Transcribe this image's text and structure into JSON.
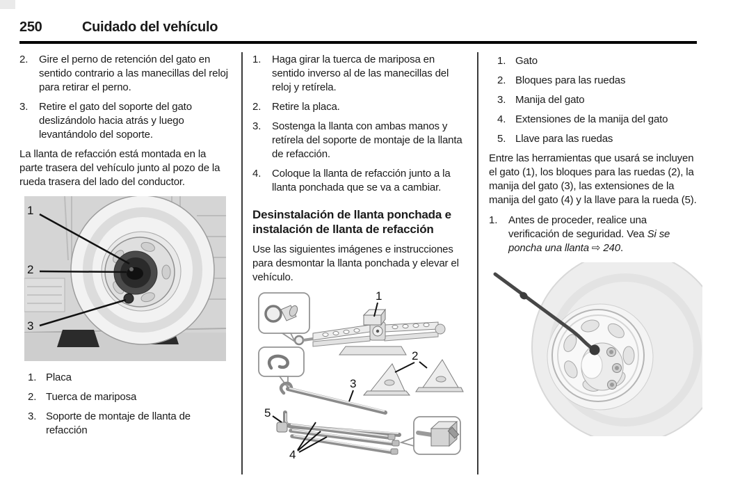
{
  "page": {
    "number": "250",
    "title": "Cuidado del vehículo"
  },
  "colors": {
    "text": "#1a1a1a",
    "rule": "#000000",
    "divider": "#3a3a3a",
    "figure1_background": "#d5d5d5"
  },
  "col1": {
    "steps": [
      {
        "num": "2.",
        "text": "Gire el perno de retención del gato en sentido contrario a las manecillas del reloj para retirar el perno."
      },
      {
        "num": "3.",
        "text": "Retire el gato del soporte del gato deslizándolo hacia atrás y luego levantándolo del soporte."
      }
    ],
    "paragraph": "La llanta de refacción está montada en la parte trasera del vehículo junto al pozo de la rueda trasera del lado del conductor.",
    "figure_labels": [
      "1",
      "2",
      "3"
    ],
    "legend": [
      {
        "num": "1.",
        "text": "Placa"
      },
      {
        "num": "2.",
        "text": "Tuerca de mariposa"
      },
      {
        "num": "3.",
        "text": "Soporte de montaje de llanta de refacción"
      }
    ]
  },
  "col2": {
    "steps": [
      {
        "num": "1.",
        "text": "Haga girar la tuerca de mariposa en sentido inverso al de las manecillas del reloj y retírela."
      },
      {
        "num": "2.",
        "text": "Retire la placa."
      },
      {
        "num": "3.",
        "text": "Sostenga la llanta con ambas manos y retírela del soporte de montaje de la llanta de refacción."
      },
      {
        "num": "4.",
        "text": "Coloque la llanta de refacción junto a la llanta ponchada que se va a cambiar."
      }
    ],
    "heading": "Desinstalación de llanta ponchada e instalación de llanta de refacción",
    "paragraph": "Use las siguientes imágenes e instrucciones para desmontar la llanta ponchada y elevar el vehículo.",
    "figure_labels": [
      "1",
      "2",
      "3",
      "4",
      "5"
    ]
  },
  "col3": {
    "legend": [
      {
        "num": "1.",
        "text": "Gato"
      },
      {
        "num": "2.",
        "text": "Bloques para las ruedas"
      },
      {
        "num": "3.",
        "text": "Manija del gato"
      },
      {
        "num": "4.",
        "text": "Extensiones de la manija del gato"
      },
      {
        "num": "5.",
        "text": "Llave para las ruedas"
      }
    ],
    "paragraph": "Entre las herramientas que usará se incluyen el gato (1), los bloques para las ruedas (2), la manija del gato (3), las extensiones de la manija del gato (4) y la llave para la rueda (5).",
    "step": {
      "num": "1.",
      "text": "Antes de proceder, realice una verificación de seguridad. Vea ",
      "italic_ref": "Si se poncha una llanta",
      "arrow": " ⇨ ",
      "page_ref": "240",
      "period": "."
    }
  }
}
